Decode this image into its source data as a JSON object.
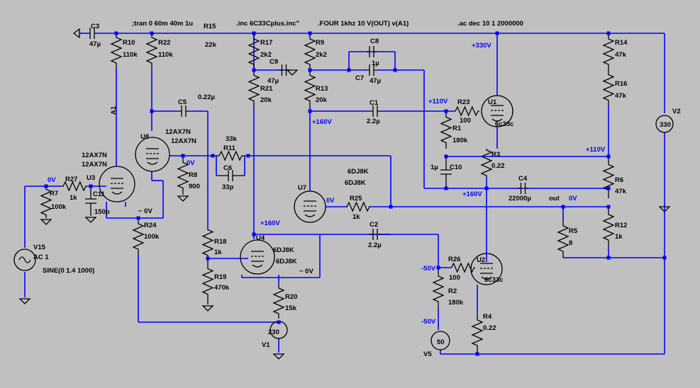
{
  "directives": {
    "tran": ";tran 0 60m 40m 1u",
    "include": ".inc 6C33Cplus.inc\"",
    "four": ".FOUR 1khz 10 V(OUT) v(A1)",
    "ac": ".ac dec 10 1 2000000"
  },
  "resistors": [
    {
      "id": "r7",
      "name": "R7",
      "value": "100k"
    },
    {
      "id": "r27",
      "name": "R27",
      "value": "1k"
    },
    {
      "id": "r10",
      "name": "R10",
      "value": "110k"
    },
    {
      "id": "r22",
      "name": "R22",
      "value": "110k"
    },
    {
      "id": "r15",
      "name": "R15",
      "value": "22k"
    },
    {
      "id": "r17",
      "name": "R17",
      "value": "2k2"
    },
    {
      "id": "r21",
      "name": "R21",
      "value": "20k"
    },
    {
      "id": "r9",
      "name": "R9",
      "value": "2k2"
    },
    {
      "id": "r13",
      "name": "R13",
      "value": "20k"
    },
    {
      "id": "r11",
      "name": "R11",
      "value": "33k"
    },
    {
      "id": "r8",
      "name": "R8",
      "value": "900"
    },
    {
      "id": "r24",
      "name": "R24",
      "value": "100k"
    },
    {
      "id": "r18",
      "name": "R18",
      "value": "1k"
    },
    {
      "id": "r19",
      "name": "R19",
      "value": "470k"
    },
    {
      "id": "r20",
      "name": "R20",
      "value": "15k"
    },
    {
      "id": "r25",
      "name": "R25",
      "value": "1k"
    },
    {
      "id": "r23",
      "name": "R23",
      "value": "100"
    },
    {
      "id": "r1",
      "name": "R1",
      "value": "180k"
    },
    {
      "id": "r3",
      "name": "R3",
      "value": "0.22"
    },
    {
      "id": "r26",
      "name": "R26",
      "value": "100"
    },
    {
      "id": "r2",
      "name": "R2",
      "value": "180k"
    },
    {
      "id": "r4",
      "name": "R4",
      "value": "0.22"
    },
    {
      "id": "r14",
      "name": "R14",
      "value": "47k"
    },
    {
      "id": "r16",
      "name": "R16",
      "value": "47k"
    },
    {
      "id": "r6",
      "name": "R6",
      "value": "47k"
    },
    {
      "id": "r12",
      "name": "R12",
      "value": "1k"
    },
    {
      "id": "r5",
      "name": "R5",
      "value": "8"
    }
  ],
  "capacitors": [
    {
      "id": "c3",
      "name": "C3",
      "value": "47µ"
    },
    {
      "id": "c9",
      "name": "C9",
      "value": "47µ"
    },
    {
      "id": "c8",
      "name": "C8",
      "value": "1µ"
    },
    {
      "id": "c7",
      "name": "C7",
      "value": "47µ"
    },
    {
      "id": "c5",
      "name": "C5",
      "value": "0.22µ"
    },
    {
      "id": "c6",
      "name": "C6",
      "value": "33p"
    },
    {
      "id": "c11",
      "name": "C11",
      "value": "150p"
    },
    {
      "id": "c1",
      "name": "C1",
      "value": "2.2µ"
    },
    {
      "id": "c2",
      "name": "C2",
      "value": "2.2µ"
    },
    {
      "id": "c10",
      "name": "C10",
      "value": "1µ"
    },
    {
      "id": "c4",
      "name": "C4",
      "value": "22000µ"
    }
  ],
  "tubes": [
    {
      "id": "u3",
      "name": "U3",
      "type": "12AX7N",
      "type2": "12AX7N"
    },
    {
      "id": "u8",
      "name": "U8",
      "type": "12AX7N",
      "type2": "12AX7N"
    },
    {
      "id": "u4",
      "name": "U4",
      "type": "6DJ8K",
      "type2": "6DJ8K"
    },
    {
      "id": "u7",
      "name": "U7",
      "type": "6DJ8K",
      "type2": "6DJ8K"
    },
    {
      "id": "u1",
      "name": "U1",
      "type": "6c33c"
    },
    {
      "id": "u2",
      "name": "U2",
      "type": "6c33c"
    }
  ],
  "sources": [
    {
      "id": "v15",
      "name": "V15",
      "value": "AC 1",
      "extra": "SINE(0 1.4 1000)"
    },
    {
      "id": "v1",
      "name": "V1",
      "value": "230"
    },
    {
      "id": "v2",
      "name": "V2",
      "value": "330"
    },
    {
      "id": "v5",
      "name": "V5",
      "value": "50"
    }
  ],
  "net_labels": {
    "a1": "A1",
    "out": "out",
    "in_0v": "0V",
    "u8_0v": "0V",
    "u7_0v": "0V",
    "out_0v": "0V",
    "approx1": "~ 0V",
    "approx2": "~ 0V",
    "p330": "+330V",
    "p110a": "+110V",
    "p110b": "+110V",
    "p160a": "+160V",
    "p160b": "+160V",
    "p160c": "+160V",
    "m50a": "-50V",
    "m50b": "-50V"
  }
}
